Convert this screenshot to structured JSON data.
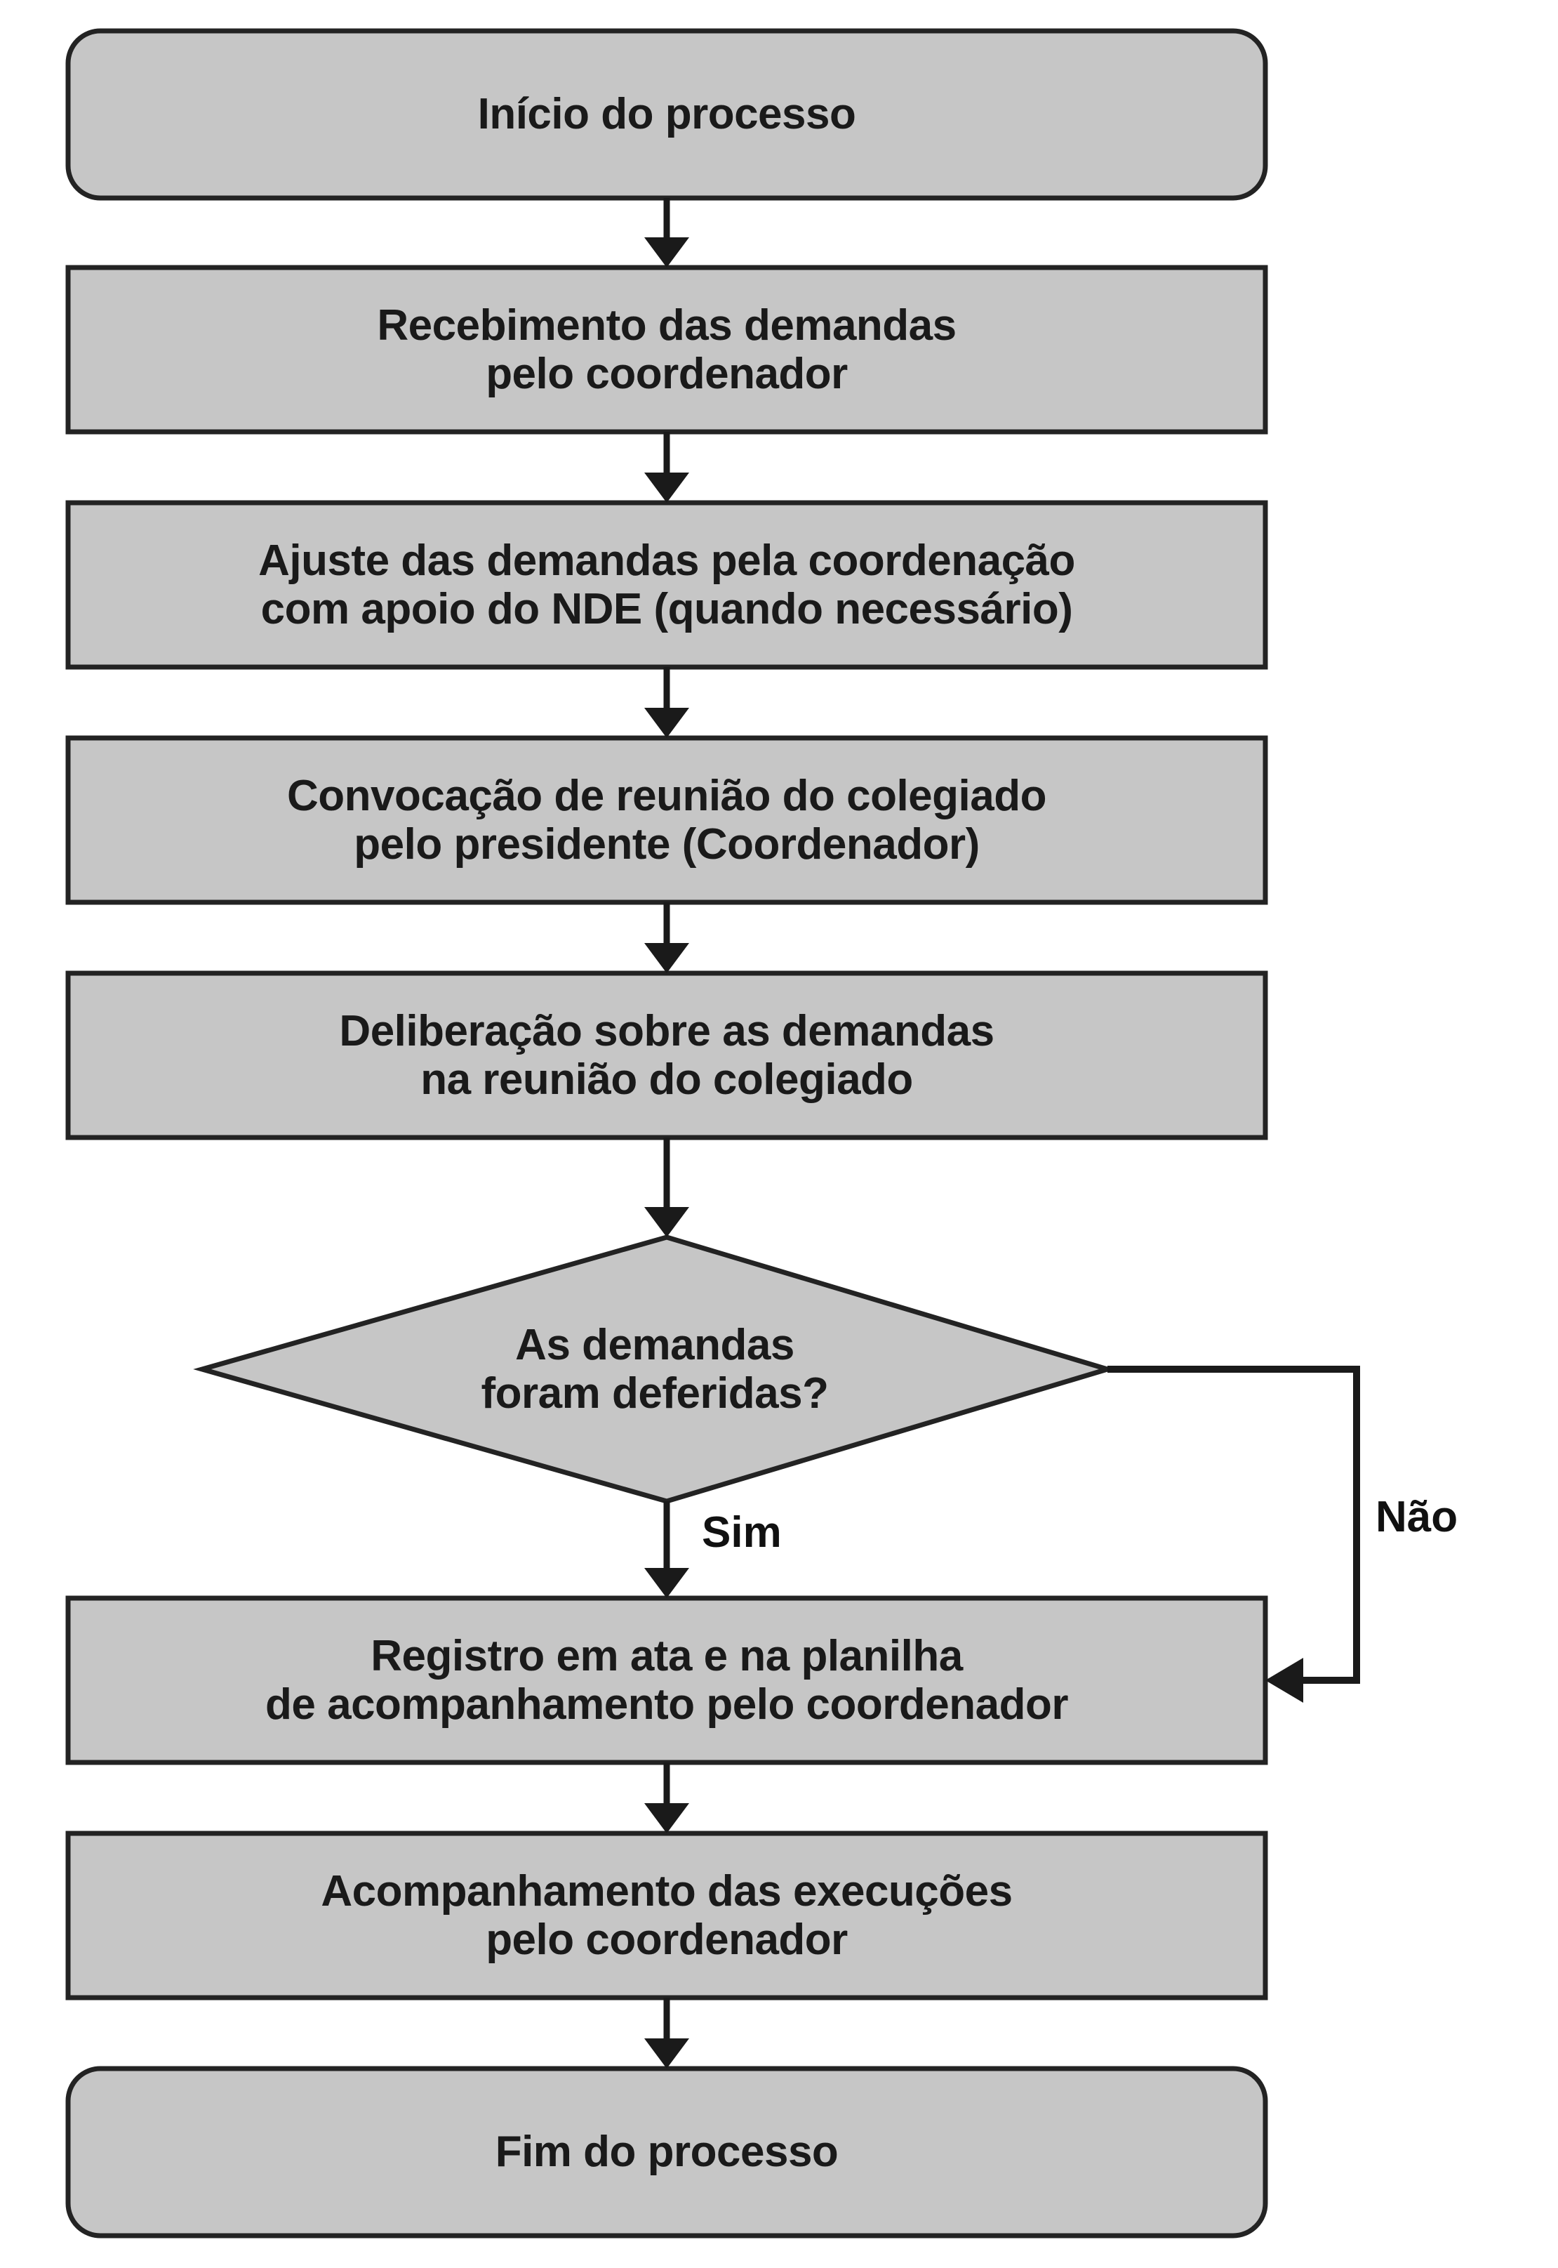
{
  "diagram": {
    "type": "flowchart",
    "orientation": "vertical",
    "colors": {
      "node_fill": "#c6c6c6",
      "node_stroke": "#232323",
      "connector": "#1a1a1a",
      "text": "#1a1a1a",
      "background": "#ffffff"
    },
    "nodes": [
      {
        "id": "start",
        "shape": "rounded-rectangle",
        "line1": "Início do processo",
        "line2": ""
      },
      {
        "id": "recebimento",
        "shape": "rectangle",
        "line1": "Recebimento das demandas",
        "line2": "pelo coordenador"
      },
      {
        "id": "ajuste",
        "shape": "rectangle",
        "line1": "Ajuste das demandas pela coordenação",
        "line2": "com apoio do NDE (quando necessário)"
      },
      {
        "id": "convocacao",
        "shape": "rectangle",
        "line1": "Convocação de reunião do colegiado",
        "line2": "pelo presidente (Coordenador)"
      },
      {
        "id": "deliberacao",
        "shape": "rectangle",
        "line1": "Deliberação sobre as demandas",
        "line2": "na reunião do colegiado"
      },
      {
        "id": "decisao",
        "shape": "diamond",
        "line1": "As demandas",
        "line2": "foram deferidas?"
      },
      {
        "id": "registro",
        "shape": "rectangle",
        "line1": "Registro em ata e na planilha",
        "line2": "de acompanhamento pelo coordenador"
      },
      {
        "id": "acompanhamento",
        "shape": "rectangle",
        "line1": "Acompanhamento das execuções",
        "line2": "pelo coordenador"
      },
      {
        "id": "fim",
        "shape": "rounded-rectangle",
        "line1": "Fim do processo",
        "line2": ""
      }
    ],
    "edge_labels": {
      "yes": "Sim",
      "no": "Não"
    }
  }
}
